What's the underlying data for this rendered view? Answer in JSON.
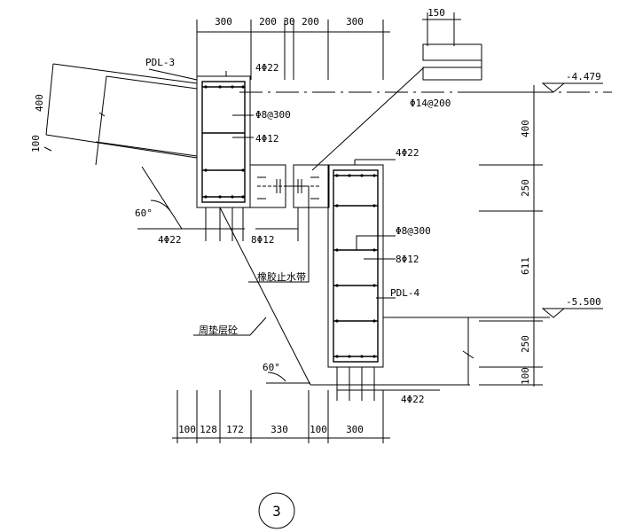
{
  "top_dims": [
    "300",
    "200",
    "30",
    "200",
    "300"
  ],
  "bottom_dims": [
    "100",
    "128",
    "172",
    "330",
    "100",
    "300"
  ],
  "right_dims": [
    "400",
    "250",
    "611",
    "250",
    "100"
  ],
  "left_dims": [
    "400",
    "100"
  ],
  "dim_150": "150",
  "labels": {
    "pdl3": "PDL-3",
    "pdl4": "PDL-4",
    "rebar_4phi22_a": "4Φ22",
    "rebar_phi8_300_a": "Φ8@300",
    "rebar_4phi12": "4Φ12",
    "rebar_4phi22_b": "4Φ22",
    "rebar_8phi12_a": "8Φ12",
    "rebar_phi14_200": "Φ14@200",
    "rebar_4phi22_c": "4Φ22",
    "rebar_phi8_300_b": "Φ8@300",
    "rebar_8phi12_b": "8Φ12",
    "rebar_4phi22_d": "4Φ22",
    "waterstop": "橡胶止水带",
    "cushion": "周垫层砼",
    "angle_a": "60°",
    "angle_b": "60°",
    "elev_top": "-4.479",
    "elev_bottom": "-5.500",
    "detail_no": "3"
  }
}
